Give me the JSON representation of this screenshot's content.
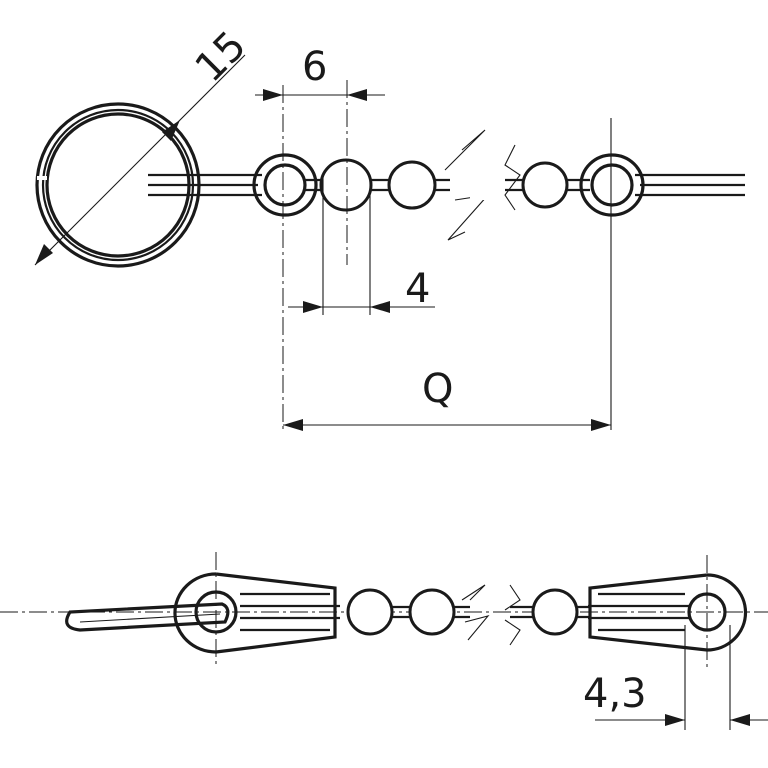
{
  "drawing": {
    "top_view": {
      "ring_diameter_label": "15",
      "pitch_label": "6",
      "ball_diameter_label": "4",
      "length_label": "Q"
    },
    "side_view": {
      "eye_hole_label": "4,3"
    },
    "colors": {
      "line": "#1a1a1a",
      "background": "#ffffff"
    }
  }
}
